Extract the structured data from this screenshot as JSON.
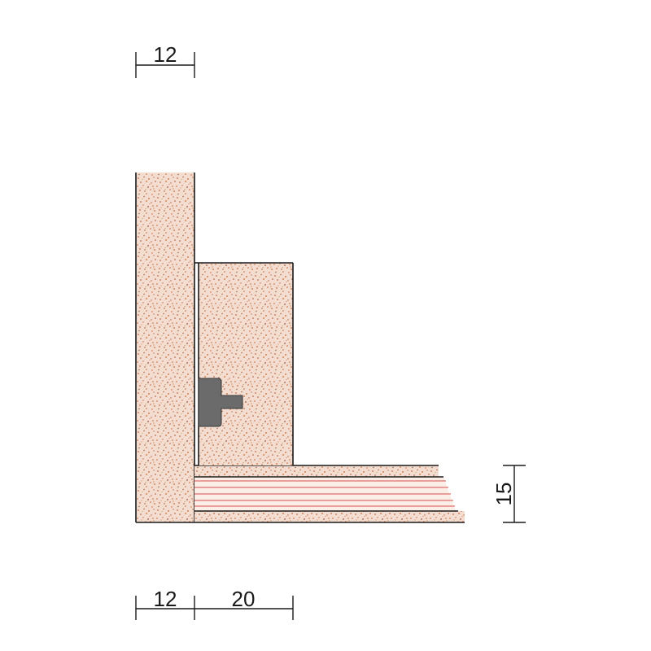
{
  "dimensions": {
    "top_wall_thickness": "12",
    "bottom_wall_thickness": "12",
    "bottom_skirting_depth": "20",
    "floor_thickness": "15"
  },
  "colors": {
    "speckle_background": "#f2ddd0",
    "speckle_dot_primary": "#c8673a",
    "speckle_dot_secondary": "#a0522d",
    "clip": "#6b6b6b",
    "floor_stripe": "#e07070",
    "line": "#1a1a1a"
  }
}
